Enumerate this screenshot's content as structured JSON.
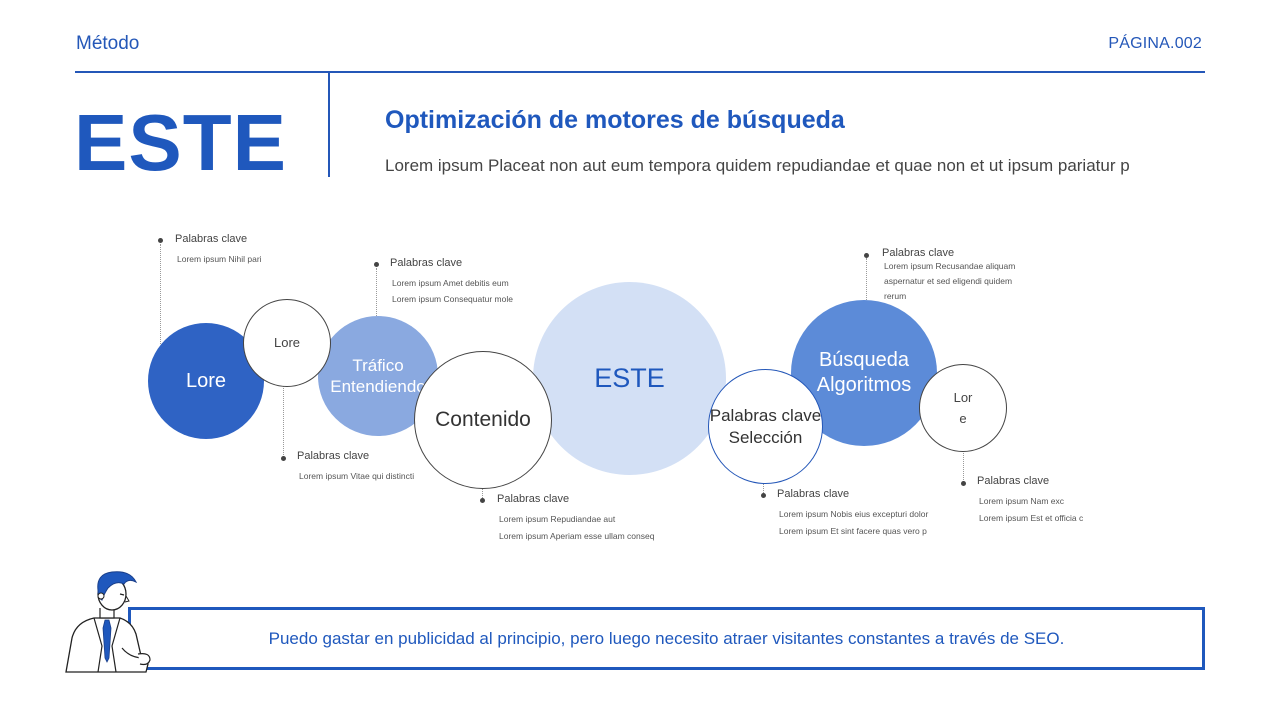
{
  "header": {
    "section": "Método",
    "page": "PÁGINA.002"
  },
  "title": "ESTE",
  "subtitle": "Optimización de motores de búsqueda",
  "description": "Lorem ipsum Placeat non aut eum tempora quidem repudiandae et quae non et ut ipsum pariatur p",
  "circles": {
    "c1": "Lore",
    "c2": "Lore",
    "c3": [
      "Tráfico",
      "Entendiendo"
    ],
    "c4": "Contenido",
    "c5": "ESTE",
    "c6": [
      "Palabras clave",
      "Selección"
    ],
    "c7": [
      "Búsqueda",
      "Algoritmos"
    ],
    "c8": [
      "Lor",
      "e"
    ]
  },
  "annotations": {
    "a1": {
      "title": "Palabras clave",
      "lines": [
        "Lorem ipsum Nihil pari"
      ]
    },
    "a2": {
      "title": "Palabras clave",
      "lines": [
        "Lorem ipsum Amet debitis eum",
        "Lorem ipsum Consequatur mole"
      ]
    },
    "a3": {
      "title": "Palabras clave",
      "lines": [
        "Lorem ipsum Vitae qui distincti"
      ]
    },
    "a4": {
      "title": "Palabras clave",
      "lines": [
        "Lorem ipsum Repudiandae aut",
        "Lorem ipsum Aperiam esse ullam conseq"
      ]
    },
    "a5": {
      "title": "Palabras clave",
      "lines": [
        "Lorem ipsum Recusandae aliquam",
        "aspernatur et sed eligendi quidem",
        "rerum"
      ]
    },
    "a6": {
      "title": "Palabras clave",
      "lines": [
        "Lorem ipsum Nobis eius excepturi dolor",
        "Lorem ipsum Et sint facere quas vero p"
      ]
    },
    "a7": {
      "title": "Palabras clave",
      "lines": [
        "Lorem ipsum Nam exc",
        "Lorem ipsum Est et officia c"
      ]
    }
  },
  "quote": "Puedo gastar en publicidad al principio, pero luego necesito atraer visitantes constantes a través de SEO.",
  "colors": {
    "accent": "#1f58bd",
    "circle_dark": "#2f63c4",
    "circle_mid": "#8aa9e0",
    "circle_light": "#d3e0f5",
    "circle_medium2": "#5c8bd8"
  },
  "illustration": "businessman-illustration"
}
